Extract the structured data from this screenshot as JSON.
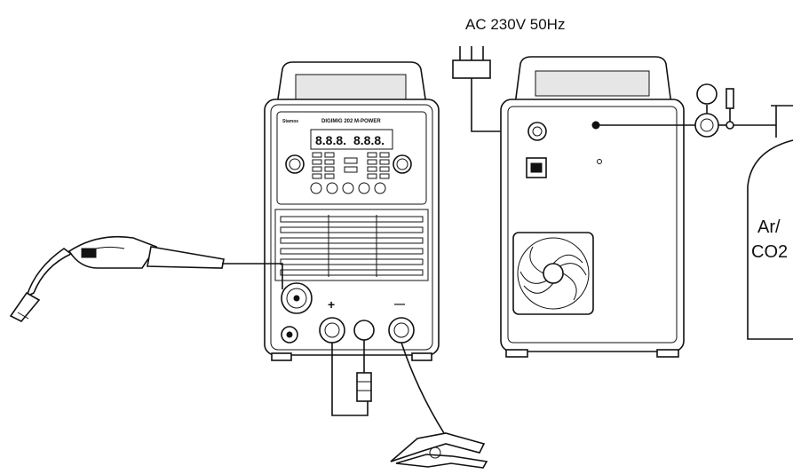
{
  "labels": {
    "power_supply": "AC 230V 50Hz",
    "gas_cylinder_line1": "Ar/",
    "gas_cylinder_line2": "CO2",
    "front_brand": "Stamos",
    "front_model": "DIGIMIG 202 M-POWER",
    "display_left": "8.8.8.",
    "display_right": "8.8.8.",
    "terminal_plus": "+",
    "terminal_minus": "—"
  },
  "icons": {
    "welder_front": "welder-front-icon",
    "welder_back": "welder-back-icon",
    "torch": "mig-torch-icon",
    "clamp": "ground-clamp-icon",
    "plug": "power-plug-icon",
    "gas": "gas-cylinder-icon",
    "regulator": "pressure-regulator-icon",
    "fan": "cooling-fan-icon"
  },
  "colors": {
    "line": "#111111",
    "background": "#ffffff"
  }
}
